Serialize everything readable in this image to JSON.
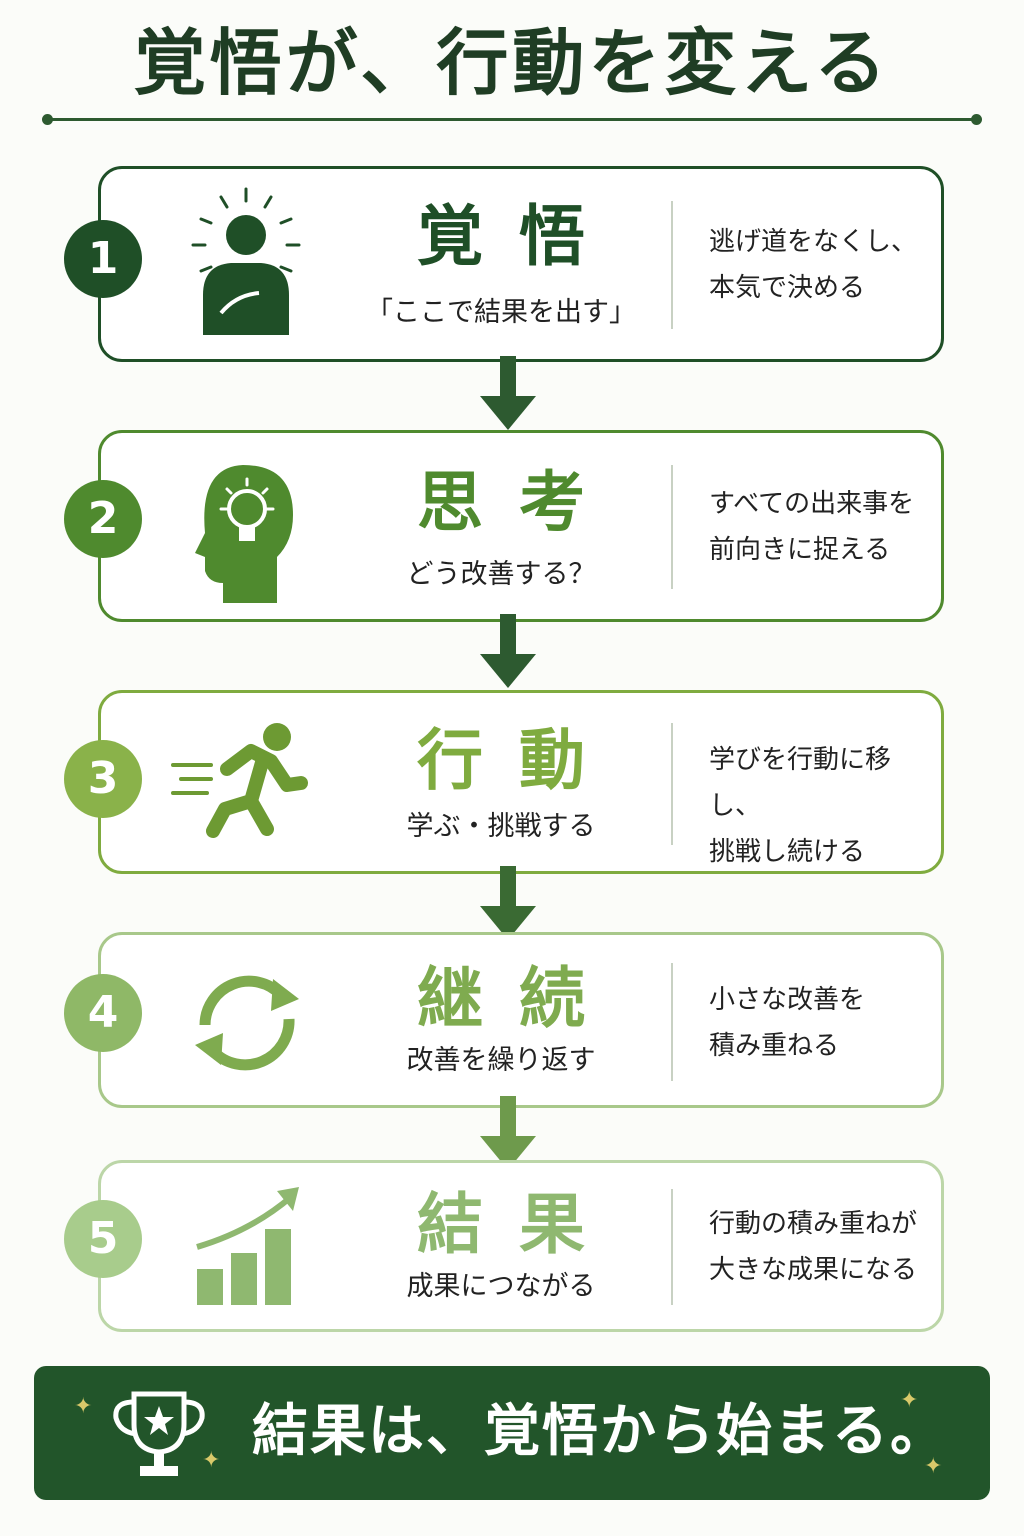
{
  "title": "覚悟が、行動を変える",
  "steps": [
    {
      "number": "1",
      "heading": "覚悟",
      "subtitle": "「ここで結果を出す」",
      "desc_line1": "逃げ道をなくし、",
      "desc_line2": "本気で決める",
      "color": "#1f4f27",
      "icon": "person-determination-icon"
    },
    {
      "number": "2",
      "heading": "思考",
      "subtitle": "どう改善する？",
      "desc_line1": "すべての出来事を",
      "desc_line2": "前向きに捉える",
      "color": "#4f8a2e",
      "icon": "head-lightbulb-icon"
    },
    {
      "number": "3",
      "heading": "行動",
      "subtitle": "学ぶ・挑戦する",
      "desc_line1": "学びを行動に移し、",
      "desc_line2": "挑戦し続ける",
      "color": "#7fab3f",
      "icon": "running-person-icon"
    },
    {
      "number": "4",
      "heading": "継続",
      "subtitle": "改善を繰り返す",
      "desc_line1": "小さな改善を",
      "desc_line2": "積み重ねる",
      "color": "#8fb867",
      "icon": "cycle-arrows-icon"
    },
    {
      "number": "5",
      "heading": "結果",
      "subtitle": "成果につながる",
      "desc_line1": "行動の積み重ねが",
      "desc_line2": "大きな成果になる",
      "color": "#9cc482",
      "icon": "growth-chart-icon"
    }
  ],
  "banner": {
    "text": "結果は、覚悟から始まる。",
    "icon": "trophy-star-icon",
    "background": "#22552a"
  }
}
